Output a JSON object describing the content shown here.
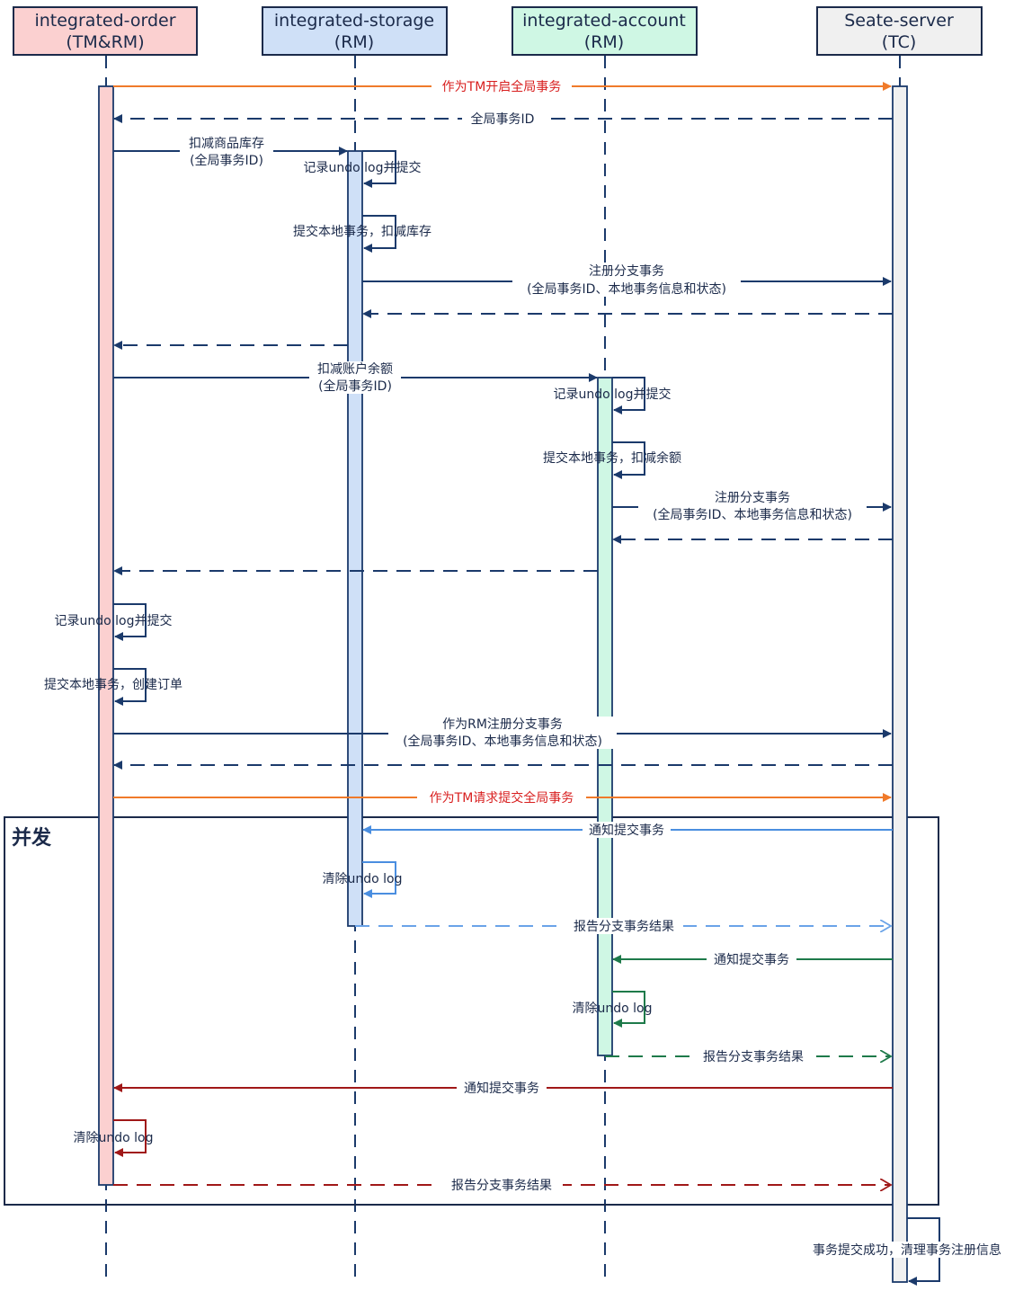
{
  "participants": [
    {
      "id": "order",
      "name": "integrated-order",
      "role": "(TM&RM)",
      "fill": "#fbd0d0"
    },
    {
      "id": "storage",
      "name": "integrated-storage",
      "role": "(RM)",
      "fill": "#cfe0f7"
    },
    {
      "id": "account",
      "name": "integrated-account",
      "role": "(RM)",
      "fill": "#cff7e4"
    },
    {
      "id": "tc",
      "name": "Seate-server",
      "role": "(TC)",
      "fill": "#f0f0f0"
    }
  ],
  "messages": [
    {
      "from": "order",
      "to": "tc",
      "lines": [
        "作为TM开启全局事务"
      ],
      "style": "solid",
      "color": "#f07a2a",
      "label_color": "#d81e1e"
    },
    {
      "from": "tc",
      "to": "order",
      "lines": [
        "全局事务ID"
      ],
      "style": "dashed",
      "color": "#1b3a6b"
    },
    {
      "from": "order",
      "to": "storage",
      "lines": [
        "扣减商品库存",
        "(全局事务ID)"
      ],
      "style": "solid",
      "color": "#1b3a6b"
    },
    {
      "self": "storage",
      "lines": [
        "记录undo log并提交"
      ],
      "color": "#1b3a6b"
    },
    {
      "self": "storage",
      "lines": [
        "提交本地事务，扣减库存"
      ],
      "color": "#1b3a6b"
    },
    {
      "from": "storage",
      "to": "tc",
      "lines": [
        "注册分支事务",
        "(全局事务ID、本地事务信息和状态)"
      ],
      "style": "solid",
      "color": "#1b3a6b"
    },
    {
      "from": "tc",
      "to": "storage",
      "lines": [],
      "style": "dashed",
      "color": "#1b3a6b"
    },
    {
      "from": "storage",
      "to": "order",
      "lines": [],
      "style": "dashed",
      "color": "#1b3a6b"
    },
    {
      "from": "order",
      "to": "account",
      "lines": [
        "扣减账户余额",
        "(全局事务ID)"
      ],
      "style": "solid",
      "color": "#1b3a6b"
    },
    {
      "self": "account",
      "lines": [
        "记录undo log并提交"
      ],
      "color": "#1b3a6b"
    },
    {
      "self": "account",
      "lines": [
        "提交本地事务，扣减余额"
      ],
      "color": "#1b3a6b"
    },
    {
      "from": "account",
      "to": "tc",
      "lines": [
        "注册分支事务",
        "(全局事务ID、本地事务信息和状态)"
      ],
      "style": "solid",
      "color": "#1b3a6b"
    },
    {
      "from": "tc",
      "to": "account",
      "lines": [],
      "style": "dashed",
      "color": "#1b3a6b"
    },
    {
      "from": "account",
      "to": "order",
      "lines": [],
      "style": "dashed",
      "color": "#1b3a6b"
    },
    {
      "self": "order",
      "lines": [
        "记录undo log并提交"
      ],
      "color": "#1b3a6b"
    },
    {
      "self": "order",
      "lines": [
        "提交本地事务，创建订单"
      ],
      "color": "#1b3a6b"
    },
    {
      "from": "order",
      "to": "tc",
      "lines": [
        "作为RM注册分支事务",
        "(全局事务ID、本地事务信息和状态)"
      ],
      "style": "solid",
      "color": "#1b3a6b"
    },
    {
      "from": "tc",
      "to": "order",
      "lines": [],
      "style": "dashed",
      "color": "#1b3a6b"
    },
    {
      "from": "order",
      "to": "tc",
      "lines": [
        "作为TM请求提交全局事务"
      ],
      "style": "solid",
      "color": "#f07a2a",
      "label_color": "#d81e1e"
    },
    {
      "from": "tc",
      "to": "storage",
      "lines": [
        "通知提交事务"
      ],
      "style": "solid",
      "color": "#4a8ee0"
    },
    {
      "self": "storage",
      "lines": [
        "清除undo log"
      ],
      "color": "#4a8ee0"
    },
    {
      "from": "storage",
      "to": "tc",
      "lines": [
        "报告分支事务结果"
      ],
      "style": "dashed",
      "color": "#6aa3e8",
      "open": true
    },
    {
      "from": "tc",
      "to": "account",
      "lines": [
        "通知提交事务"
      ],
      "style": "solid",
      "color": "#1e7a4a"
    },
    {
      "self": "account",
      "lines": [
        "清除undo log"
      ],
      "color": "#1e7a4a"
    },
    {
      "from": "account",
      "to": "tc",
      "lines": [
        "报告分支事务结果"
      ],
      "style": "dashed",
      "color": "#1e7a4a",
      "open": true
    },
    {
      "from": "tc",
      "to": "order",
      "lines": [
        "通知提交事务"
      ],
      "style": "solid",
      "color": "#a01818"
    },
    {
      "self": "order",
      "lines": [
        "清除undo log"
      ],
      "color": "#a01818"
    },
    {
      "from": "order",
      "to": "tc",
      "lines": [
        "报告分支事务结果"
      ],
      "style": "dashed",
      "color": "#a01818",
      "open": true
    },
    {
      "self": "tc",
      "lines": [
        "事务提交成功，清理事务注册信息"
      ],
      "color": "#1b3a6b"
    }
  ],
  "frame": {
    "label": "并发"
  },
  "colors": {
    "ink": "#1b2a4a",
    "lifeline": "#1b3a6b"
  }
}
